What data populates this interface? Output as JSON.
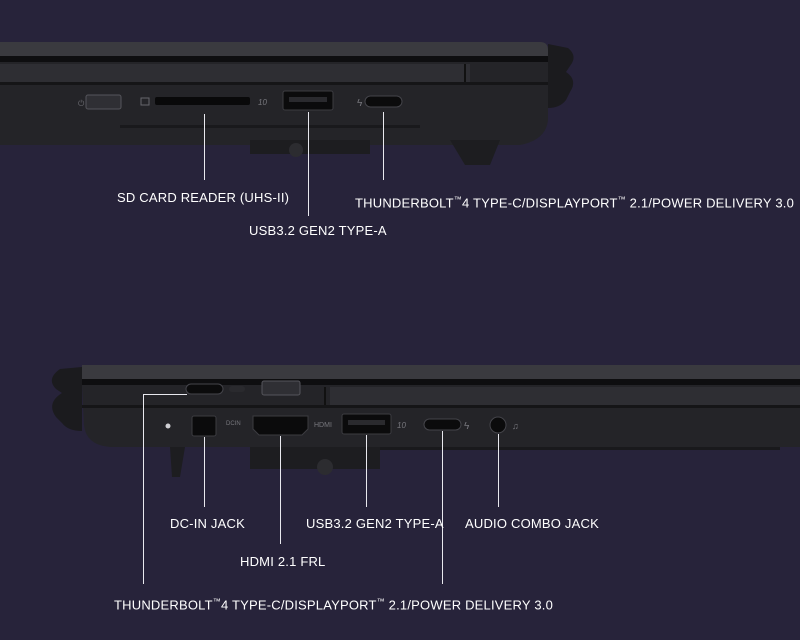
{
  "top_view": {
    "labels": {
      "sd_card_reader": "SD CARD READER (UHS-II)",
      "usb_a": "USB3.2 GEN2 TYPE-A",
      "thunderbolt_prefix": "THUNDERBOLT",
      "thunderbolt_suffix": "4 TYPE-C/DISPLAYPORT",
      "thunderbolt_tail": " 2.1/POWER DELIVERY 3.0",
      "tm": "™"
    },
    "port_markings": {
      "usb_speed": "10",
      "lightning": "ϟ"
    }
  },
  "bottom_view": {
    "labels": {
      "dc_in": "DC-IN JACK",
      "hdmi": "HDMI 2.1 FRL",
      "usb_a": "USB3.2 GEN2 TYPE-A",
      "audio": "AUDIO COMBO JACK",
      "thunderbolt_prefix": "THUNDERBOLT",
      "thunderbolt_suffix": "4 TYPE-C/DISPLAYPORT",
      "thunderbolt_tail": " 2.1/POWER DELIVERY 3.0",
      "tm": "™"
    },
    "port_markings": {
      "dcin": "DCIN",
      "hdmi": "HDMI",
      "usb_speed": "10",
      "lightning": "ϟ"
    }
  },
  "colors": {
    "background": "#27233a",
    "chassis": "#1b1b1e",
    "text": "#ffffff"
  }
}
